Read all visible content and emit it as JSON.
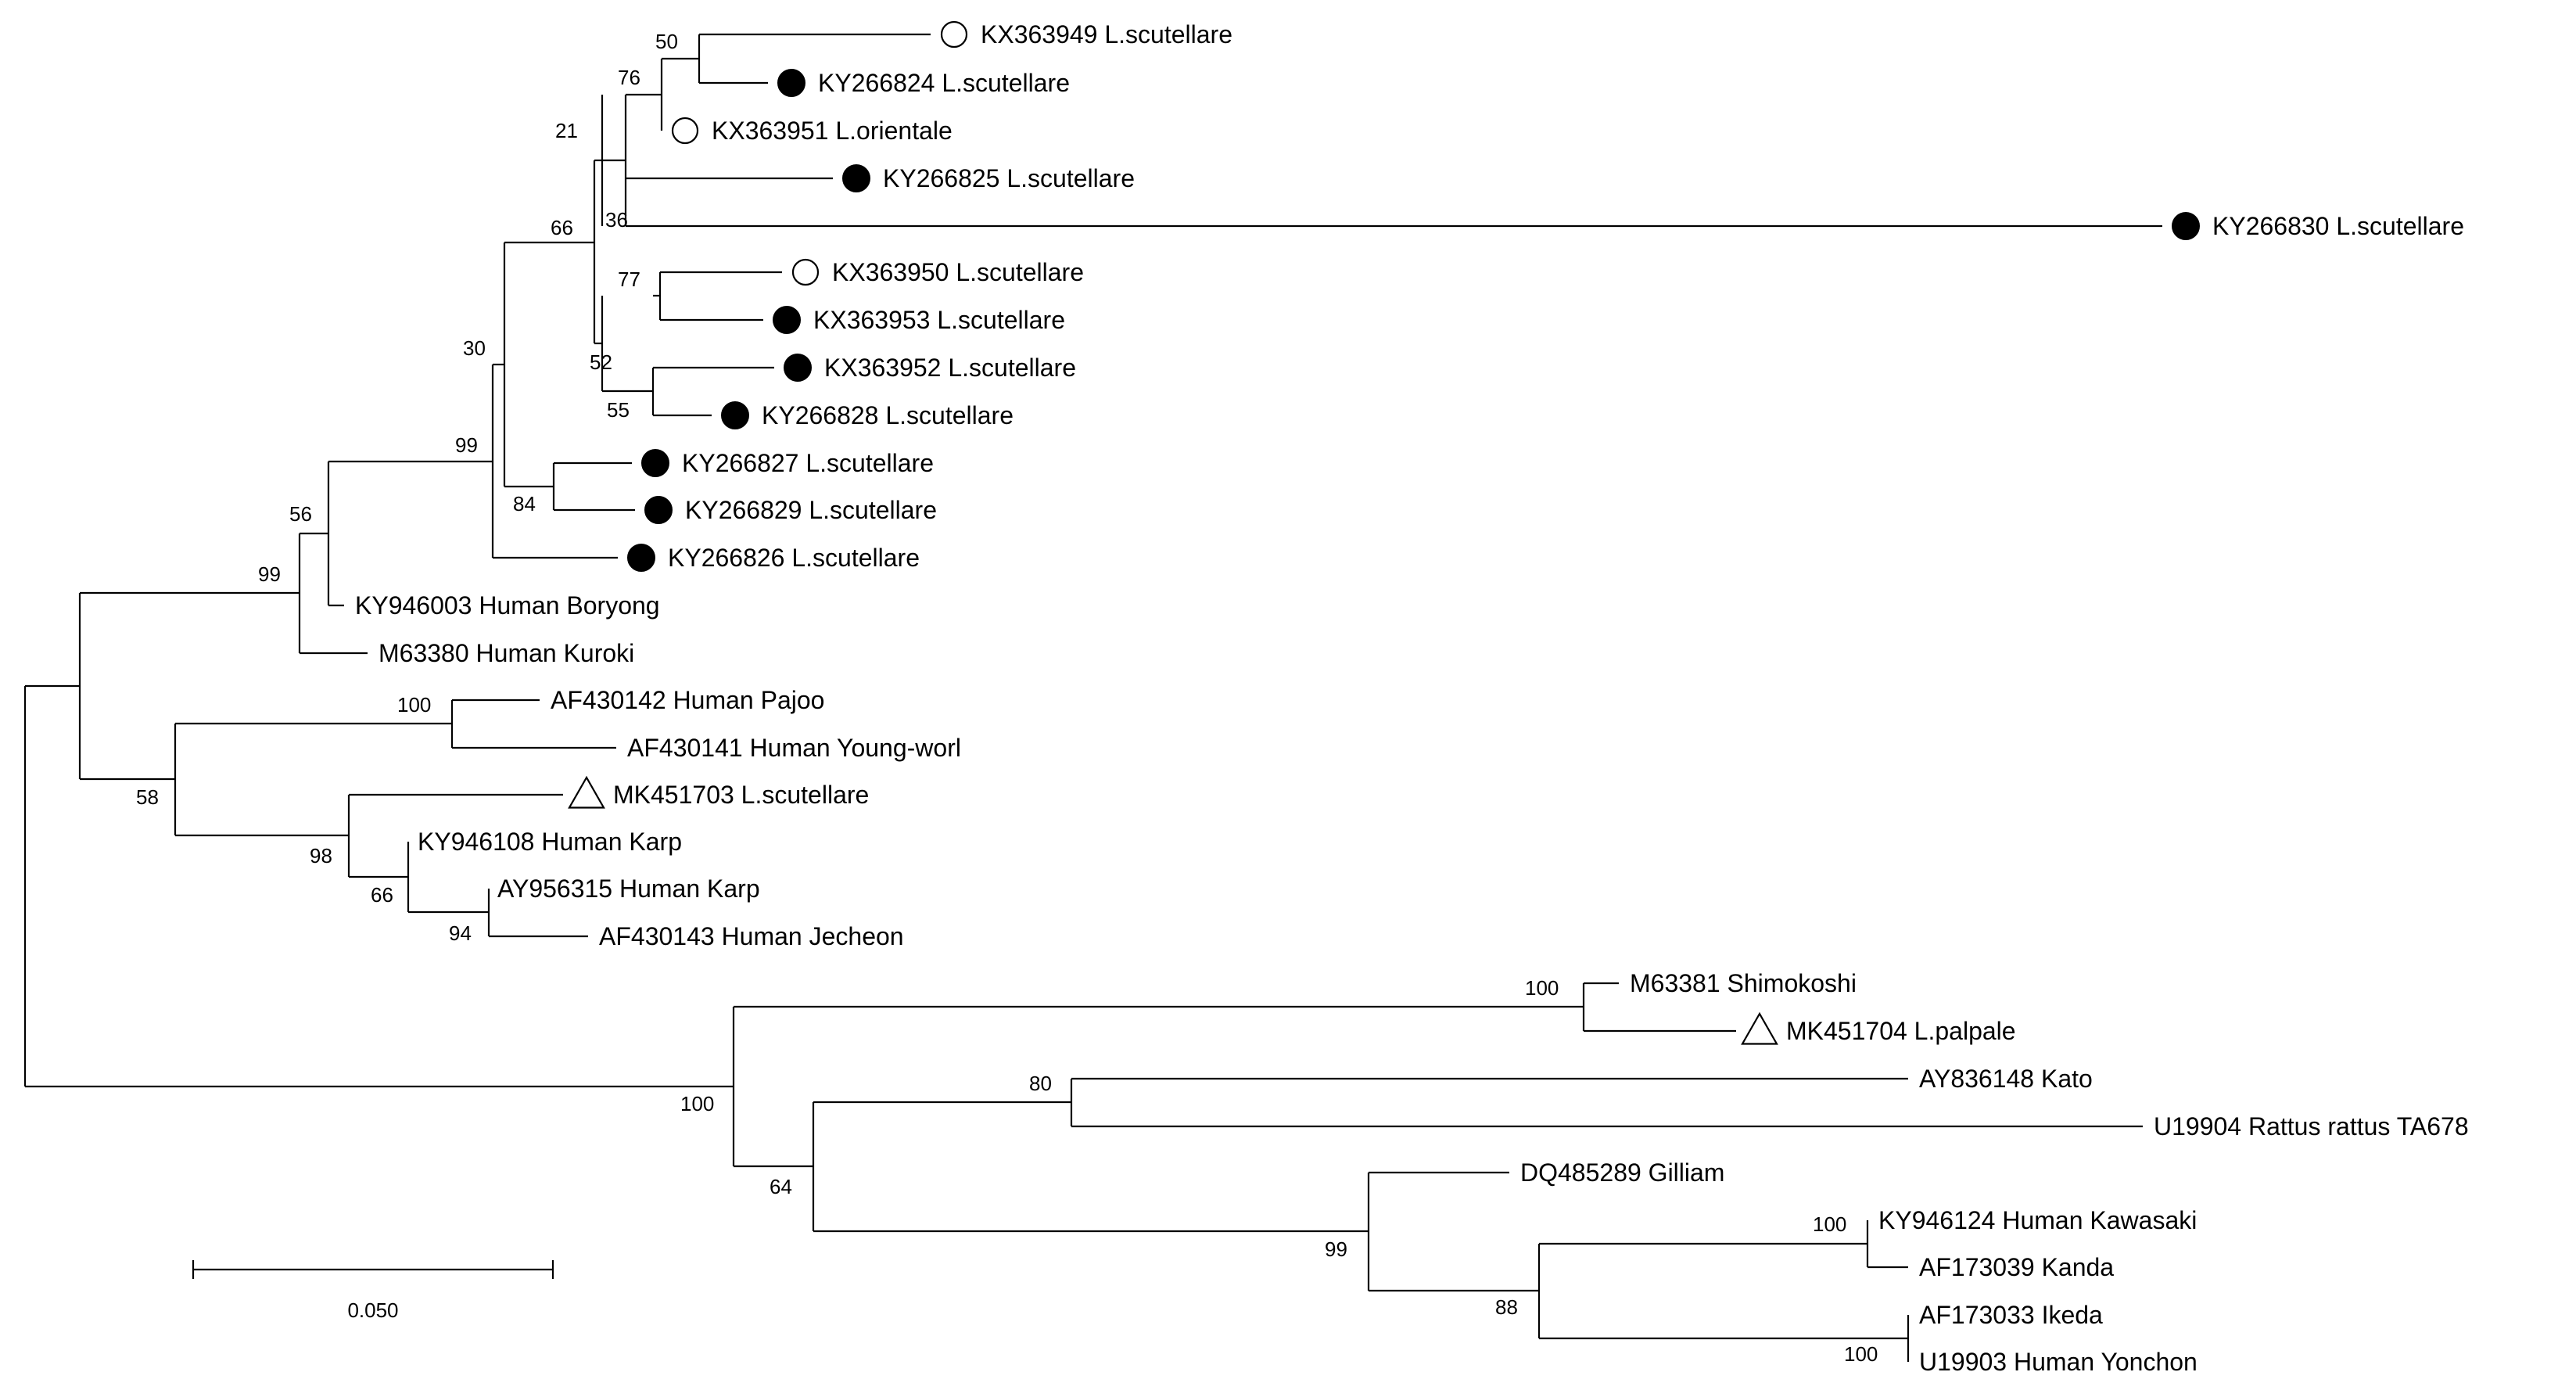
{
  "figure": {
    "marker_legend_note": "",
    "scale_bar": {
      "label": "0.050"
    },
    "colors": {
      "ink": "#000000",
      "background": "#ffffff"
    },
    "taxa": [
      {
        "id": "t1",
        "label": "KX363949 L.scutellare",
        "marker": "open-circle"
      },
      {
        "id": "t2",
        "label": "KY266824 L.scutellare",
        "marker": "filled-circle"
      },
      {
        "id": "t3",
        "label": "KX363951 L.orientale",
        "marker": "open-circle"
      },
      {
        "id": "t4",
        "label": "KY266825 L.scutellare",
        "marker": "filled-circle"
      },
      {
        "id": "t5",
        "label": "KY266830 L.scutellare",
        "marker": "filled-circle"
      },
      {
        "id": "t6",
        "label": "KX363950 L.scutellare",
        "marker": "open-circle"
      },
      {
        "id": "t7",
        "label": "KX363953 L.scutellare",
        "marker": "filled-circle"
      },
      {
        "id": "t8",
        "label": "KX363952 L.scutellare",
        "marker": "filled-circle"
      },
      {
        "id": "t9",
        "label": "KY266828 L.scutellare",
        "marker": "filled-circle"
      },
      {
        "id": "t10",
        "label": "KY266827 L.scutellare",
        "marker": "filled-circle"
      },
      {
        "id": "t11",
        "label": "KY266829 L.scutellare",
        "marker": "filled-circle"
      },
      {
        "id": "t12",
        "label": "KY266826 L.scutellare",
        "marker": "filled-circle"
      },
      {
        "id": "t13",
        "label": "KY946003 Human Boryong",
        "marker": "none"
      },
      {
        "id": "t14",
        "label": "M63380 Human Kuroki",
        "marker": "none"
      },
      {
        "id": "t15",
        "label": "AF430142 Human Pajoo",
        "marker": "none"
      },
      {
        "id": "t16",
        "label": "AF430141 Human Young-worl",
        "marker": "none"
      },
      {
        "id": "t17",
        "label": "MK451703 L.scutellare",
        "marker": "open-triangle"
      },
      {
        "id": "t18",
        "label": "KY946108 Human Karp",
        "marker": "none"
      },
      {
        "id": "t19",
        "label": "AY956315 Human Karp",
        "marker": "none"
      },
      {
        "id": "t20",
        "label": "AF430143 Human Jecheon",
        "marker": "none"
      },
      {
        "id": "t21",
        "label": "M63381 Shimokoshi",
        "marker": "none"
      },
      {
        "id": "t22",
        "label": "MK451704 L.palpale",
        "marker": "open-triangle"
      },
      {
        "id": "t23",
        "label": "AY836148 Kato",
        "marker": "none"
      },
      {
        "id": "t24",
        "label": "U19904 Rattus rattus TA678",
        "marker": "none"
      },
      {
        "id": "t25",
        "label": "DQ485289 Gilliam",
        "marker": "none"
      },
      {
        "id": "t26",
        "label": "KY946124 Human Kawasaki",
        "marker": "none"
      },
      {
        "id": "t27",
        "label": "AF173039 Kanda",
        "marker": "none"
      },
      {
        "id": "t28",
        "label": "AF173033 Ikeda",
        "marker": "none"
      },
      {
        "id": "t29",
        "label": "U19903 Human Yonchon",
        "marker": "none"
      }
    ],
    "bootstrap_values": [
      {
        "node": "n_t1_t2",
        "value": "50"
      },
      {
        "node": "n76",
        "value": "76"
      },
      {
        "node": "n21",
        "value": "21"
      },
      {
        "node": "n36",
        "value": "36"
      },
      {
        "node": "n66",
        "value": "66"
      },
      {
        "node": "n77",
        "value": "77"
      },
      {
        "node": "n52",
        "value": "52"
      },
      {
        "node": "n55",
        "value": "55"
      },
      {
        "node": "n30",
        "value": "30"
      },
      {
        "node": "n84",
        "value": "84"
      },
      {
        "node": "n99a",
        "value": "99"
      },
      {
        "node": "n56",
        "value": "56"
      },
      {
        "node": "n99b",
        "value": "99"
      },
      {
        "node": "n100a",
        "value": "100"
      },
      {
        "node": "n58",
        "value": "58"
      },
      {
        "node": "n98",
        "value": "98"
      },
      {
        "node": "n66b",
        "value": "66"
      },
      {
        "node": "n94",
        "value": "94"
      },
      {
        "node": "n100b",
        "value": "100"
      },
      {
        "node": "n80",
        "value": "80"
      },
      {
        "node": "n100c",
        "value": "100"
      },
      {
        "node": "n64",
        "value": "64"
      },
      {
        "node": "n99c",
        "value": "99"
      },
      {
        "node": "n100d",
        "value": "100"
      },
      {
        "node": "n88",
        "value": "88"
      },
      {
        "node": "n100e",
        "value": "100"
      }
    ]
  }
}
